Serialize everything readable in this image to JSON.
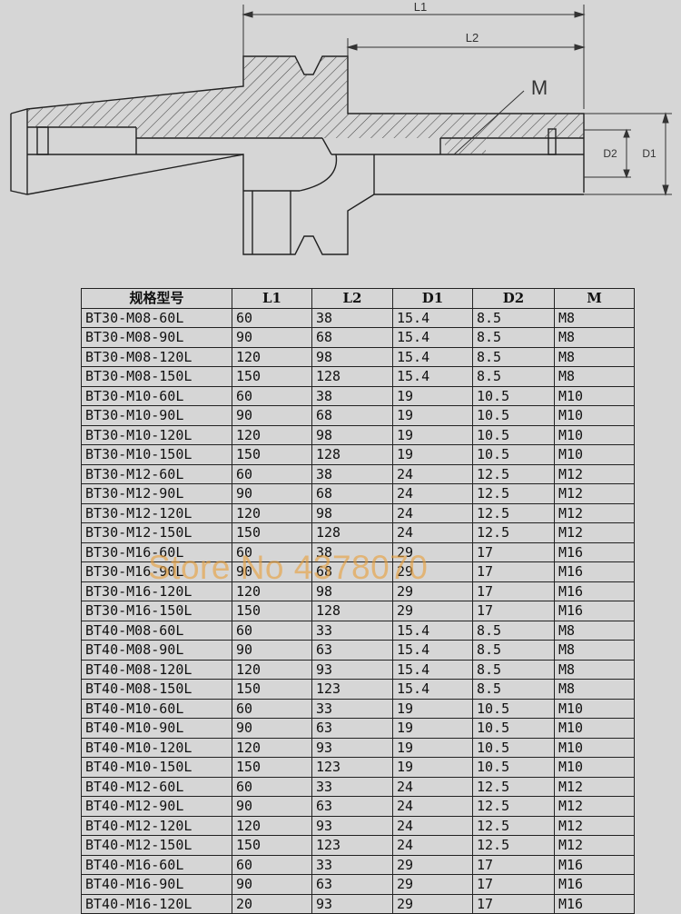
{
  "drawing": {
    "labels": {
      "l1": "L1",
      "l2": "L2",
      "m": "M",
      "d2": "D2",
      "d1": "D1"
    }
  },
  "table": {
    "headers": [
      "规格型号",
      "L1",
      "L2",
      "D1",
      "D2",
      "M"
    ],
    "rows": [
      [
        "BT30-M08-60L",
        "60",
        "38",
        "15.4",
        "8.5",
        "M8"
      ],
      [
        "BT30-M08-90L",
        "90",
        "68",
        "15.4",
        "8.5",
        "M8"
      ],
      [
        "BT30-M08-120L",
        "120",
        "98",
        "15.4",
        "8.5",
        "M8"
      ],
      [
        "BT30-M08-150L",
        "150",
        "128",
        "15.4",
        "8.5",
        "M8"
      ],
      [
        "BT30-M10-60L",
        "60",
        "38",
        "19",
        "10.5",
        "M10"
      ],
      [
        "BT30-M10-90L",
        "90",
        "68",
        "19",
        "10.5",
        "M10"
      ],
      [
        "BT30-M10-120L",
        "120",
        "98",
        "19",
        "10.5",
        "M10"
      ],
      [
        "BT30-M10-150L",
        "150",
        "128",
        "19",
        "10.5",
        "M10"
      ],
      [
        "BT30-M12-60L",
        "60",
        "38",
        "24",
        "12.5",
        "M12"
      ],
      [
        "BT30-M12-90L",
        "90",
        "68",
        "24",
        "12.5",
        "M12"
      ],
      [
        "BT30-M12-120L",
        "120",
        "98",
        "24",
        "12.5",
        "M12"
      ],
      [
        "BT30-M12-150L",
        "150",
        "128",
        "24",
        "12.5",
        "M12"
      ],
      [
        "BT30-M16-60L",
        "60",
        "38",
        "29",
        "17",
        "M16"
      ],
      [
        "BT30-M16-90L",
        "90",
        "68",
        "29",
        "17",
        "M16"
      ],
      [
        "BT30-M16-120L",
        "120",
        "98",
        "29",
        "17",
        "M16"
      ],
      [
        "BT30-M16-150L",
        "150",
        "128",
        "29",
        "17",
        "M16"
      ],
      [
        "BT40-M08-60L",
        "60",
        "33",
        "15.4",
        "8.5",
        "M8"
      ],
      [
        "BT40-M08-90L",
        "90",
        "63",
        "15.4",
        "8.5",
        "M8"
      ],
      [
        "BT40-M08-120L",
        "120",
        "93",
        "15.4",
        "8.5",
        "M8"
      ],
      [
        "BT40-M08-150L",
        "150",
        "123",
        "15.4",
        "8.5",
        "M8"
      ],
      [
        "BT40-M10-60L",
        "60",
        "33",
        "19",
        "10.5",
        "M10"
      ],
      [
        "BT40-M10-90L",
        "90",
        "63",
        "19",
        "10.5",
        "M10"
      ],
      [
        "BT40-M10-120L",
        "120",
        "93",
        "19",
        "10.5",
        "M10"
      ],
      [
        "BT40-M10-150L",
        "150",
        "123",
        "19",
        "10.5",
        "M10"
      ],
      [
        "BT40-M12-60L",
        "60",
        "33",
        "24",
        "12.5",
        "M12"
      ],
      [
        "BT40-M12-90L",
        "90",
        "63",
        "24",
        "12.5",
        "M12"
      ],
      [
        "BT40-M12-120L",
        "120",
        "93",
        "24",
        "12.5",
        "M12"
      ],
      [
        "BT40-M12-150L",
        "150",
        "123",
        "24",
        "12.5",
        "M12"
      ],
      [
        "BT40-M16-60L",
        "60",
        "33",
        "29",
        "17",
        "M16"
      ],
      [
        "BT40-M16-90L",
        "90",
        "63",
        "29",
        "17",
        "M16"
      ],
      [
        "BT40-M16-120L",
        "20",
        "93",
        "29",
        "17",
        "M16"
      ]
    ]
  },
  "watermark": "Store No 4378070",
  "colors": {
    "background": "#d6d6d6",
    "ink": "#222222",
    "watermark": "#e8a03c"
  }
}
